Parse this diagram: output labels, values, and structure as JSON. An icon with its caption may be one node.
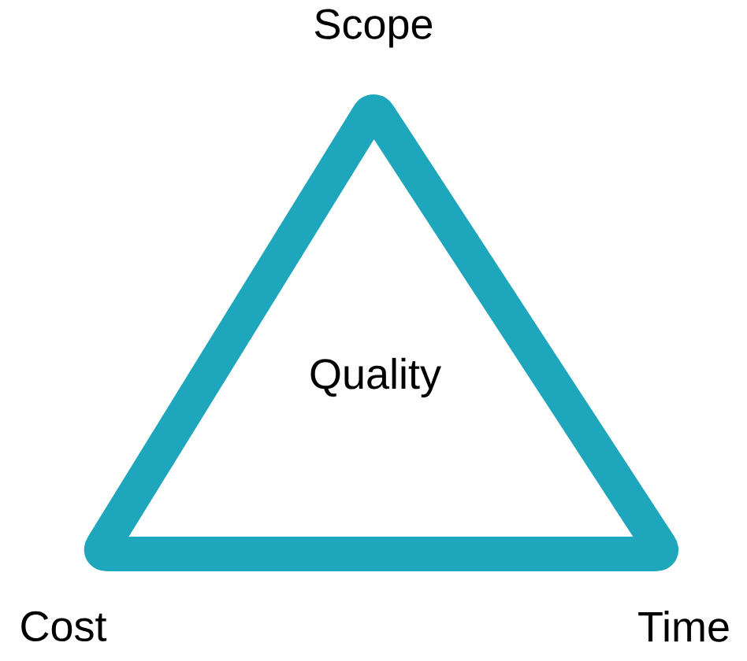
{
  "diagram": {
    "nodes": [
      {
        "text": [
          "Quality"
        ]
      }
    ],
    "labels": [
      "Scope",
      "Cost",
      "Time"
    ]
  }
}
